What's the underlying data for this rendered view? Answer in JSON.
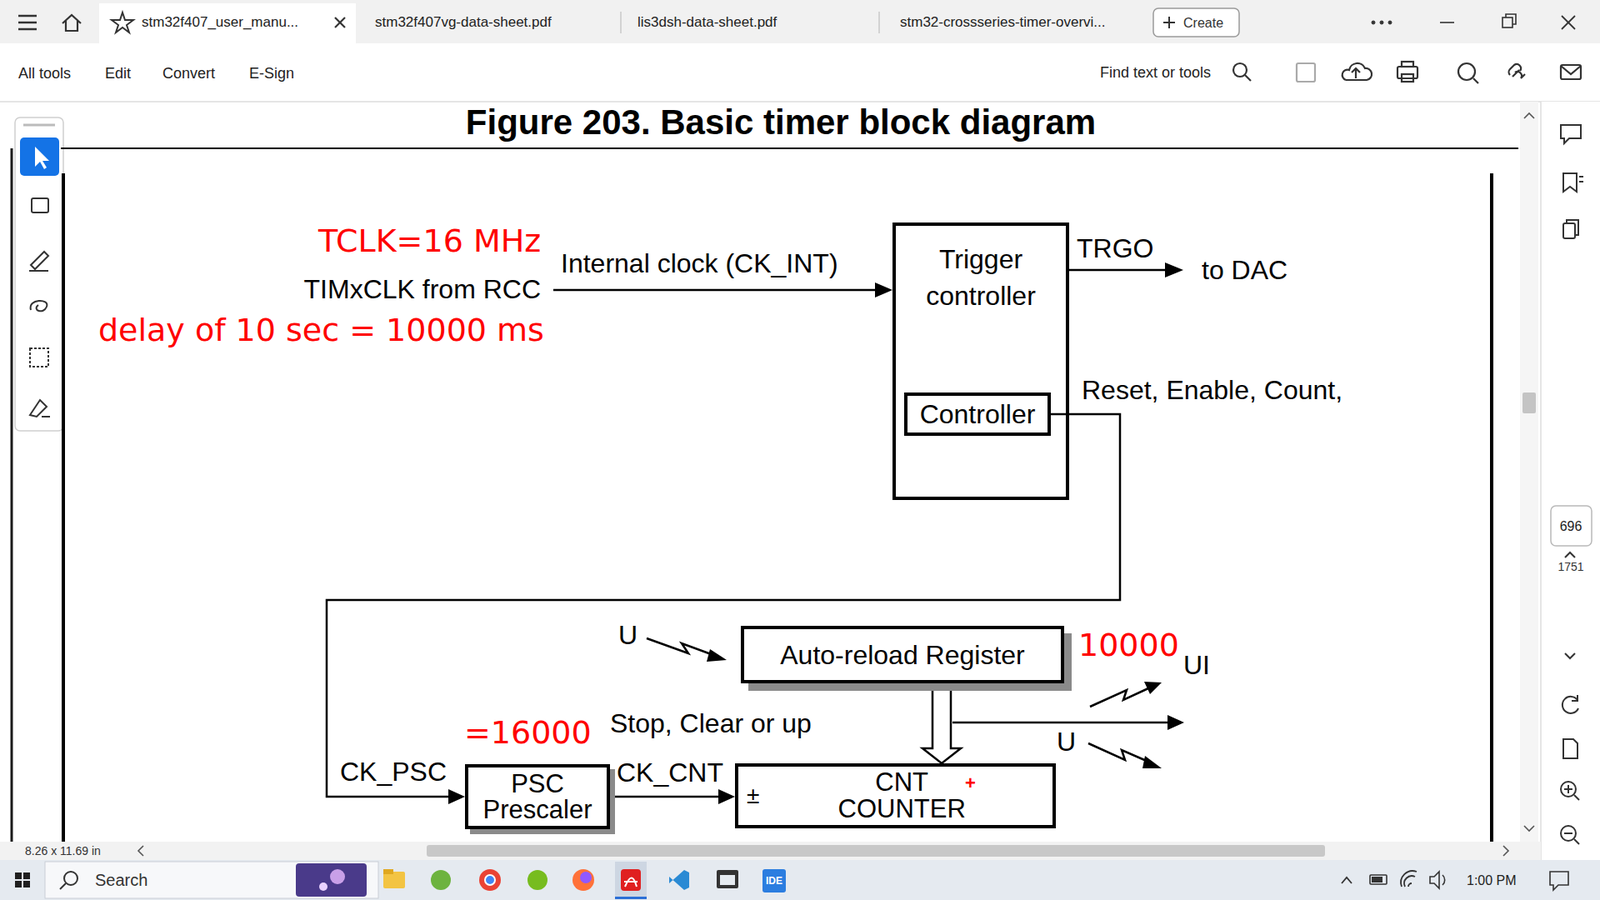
{
  "diagram": {
    "title": "Figure 203. Basic timer block diagram",
    "nodes": [
      {
        "text": [
          "Trigger controller"
        ]
      },
      {
        "text": [
          "Controller"
        ],
        "in": 0
      },
      {
        "text": [
          "Auto-reload Register"
        ]
      },
      {
        "text": [
          "PSC Prescaler"
        ]
      },
      {
        "text": [
          "±",
          "CNT COUNTER"
        ]
      }
    ],
    "edges": [
      {
        "from": 1,
        "to": 3,
        "arrow": "to",
        "label": "Reset, Enable, Count,"
      },
      {
        "from": 3,
        "to": 4,
        "arrow": "to",
        "label": "CK_CNT"
      },
      {
        "from": 2,
        "to": 4,
        "arrow": "to"
      }
    ],
    "labels": [
      "TCLK=16 MHz",
      "delay of 10 sec = 10000 ms",
      "TIMxCLK from RCC",
      "Internal clock (CK_INT)",
      "TRGO",
      "to DAC",
      "U",
      "10000",
      "UI",
      "=16000",
      "Stop, Clear or up",
      "U",
      "CK_PSC",
      "+",
      "stm32f407_user_manu...",
      "stm32f407vg-data-sheet.pdf",
      "lis3dsh-data-sheet.pdf",
      "stm32-crossseries-timer-overvi...",
      "Create",
      "All tools",
      "Edit",
      "Convert",
      "E-Sign",
      "Find text or tools",
      "696",
      "1751",
      "8.26 x 11.69 in",
      "Search",
      "IDE",
      "1:00 PM"
    ]
  }
}
